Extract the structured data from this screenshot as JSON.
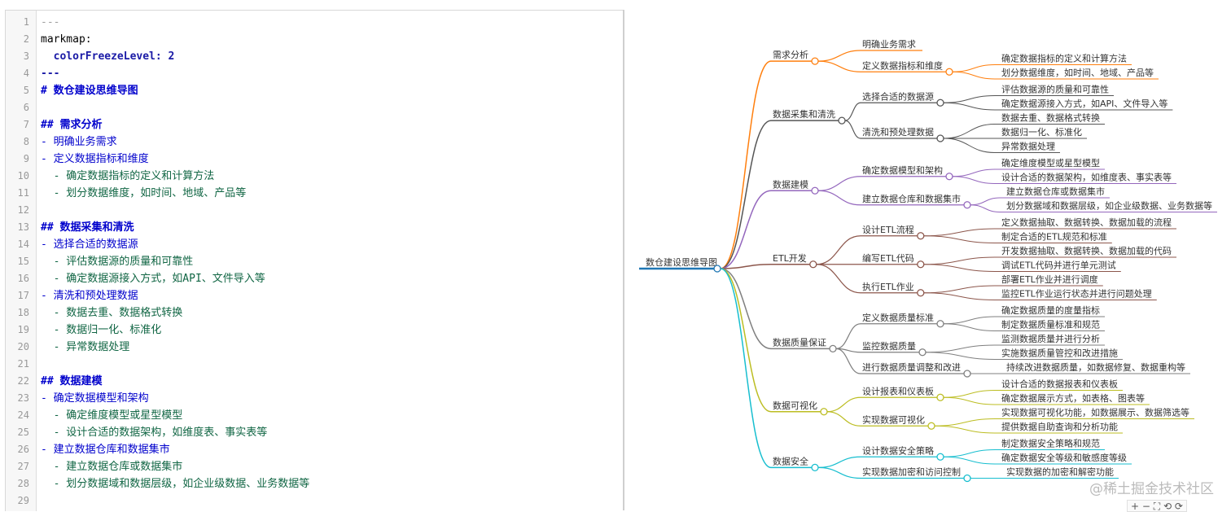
{
  "editor": {
    "lines": [
      {
        "n": "1",
        "t": "---",
        "k": "hr"
      },
      {
        "n": "2",
        "t": "markmap:",
        "k": "key"
      },
      {
        "n": "3",
        "t": "  colorFreezeLevel: 2",
        "k": "key2"
      },
      {
        "n": "4",
        "t": "---",
        "k": "hr2"
      },
      {
        "n": "5",
        "t": "# 数仓建设思维导图",
        "k": "h"
      },
      {
        "n": "6",
        "t": "",
        "k": "blank"
      },
      {
        "n": "7",
        "t": "## 需求分析",
        "k": "h"
      },
      {
        "n": "8",
        "t": "- 明确业务需求",
        "k": "list"
      },
      {
        "n": "9",
        "t": "- 定义数据指标和维度",
        "k": "list"
      },
      {
        "n": "10",
        "t": "  - 确定数据指标的定义和计算方法",
        "k": "li"
      },
      {
        "n": "11",
        "t": "  - 划分数据维度，如时间、地域、产品等",
        "k": "li"
      },
      {
        "n": "12",
        "t": "",
        "k": "blank"
      },
      {
        "n": "13",
        "t": "## 数据采集和清洗",
        "k": "h"
      },
      {
        "n": "14",
        "t": "- 选择合适的数据源",
        "k": "list"
      },
      {
        "n": "15",
        "t": "  - 评估数据源的质量和可靠性",
        "k": "li"
      },
      {
        "n": "16",
        "t": "  - 确定数据源接入方式，如API、文件导入等",
        "k": "li"
      },
      {
        "n": "17",
        "t": "- 清洗和预处理数据",
        "k": "list"
      },
      {
        "n": "18",
        "t": "  - 数据去重、数据格式转换",
        "k": "li"
      },
      {
        "n": "19",
        "t": "  - 数据归一化、标准化",
        "k": "li"
      },
      {
        "n": "20",
        "t": "  - 异常数据处理",
        "k": "li"
      },
      {
        "n": "21",
        "t": "",
        "k": "blank"
      },
      {
        "n": "22",
        "t": "## 数据建模",
        "k": "h"
      },
      {
        "n": "23",
        "t": "- 确定数据模型和架构",
        "k": "list"
      },
      {
        "n": "24",
        "t": "  - 确定维度模型或星型模型",
        "k": "li"
      },
      {
        "n": "25",
        "t": "  - 设计合适的数据架构，如维度表、事实表等",
        "k": "li"
      },
      {
        "n": "26",
        "t": "- 建立数据仓库和数据集市",
        "k": "list"
      },
      {
        "n": "27",
        "t": "  - 建立数据仓库或数据集市",
        "k": "li"
      },
      {
        "n": "28",
        "t": "  - 划分数据域和数据层级，如企业级数据、业务数据等",
        "k": "li"
      },
      {
        "n": "29",
        "t": "",
        "k": "blank"
      }
    ]
  },
  "mindmap": {
    "root": "数仓建设思维导图",
    "colors": {
      "root": "#1f77b4",
      "branches": [
        "#ff7f0e",
        "#555555",
        "#9467bd",
        "#8c564b",
        "#7f7f7f",
        "#bcbd22",
        "#17becf"
      ]
    },
    "branches": [
      {
        "label": "需求分析",
        "children": [
          {
            "label": "明确业务需求",
            "children": []
          },
          {
            "label": "定义数据指标和维度",
            "children": [
              "确定数据指标的定义和计算方法",
              "划分数据维度，如时间、地域、产品等"
            ]
          }
        ]
      },
      {
        "label": "数据采集和清洗",
        "children": [
          {
            "label": "选择合适的数据源",
            "children": [
              "评估数据源的质量和可靠性",
              "确定数据源接入方式，如API、文件导入等"
            ]
          },
          {
            "label": "清洗和预处理数据",
            "children": [
              "数据去重、数据格式转换",
              "数据归一化、标准化",
              "异常数据处理"
            ]
          }
        ]
      },
      {
        "label": "数据建模",
        "children": [
          {
            "label": "确定数据模型和架构",
            "children": [
              "确定维度模型或星型模型",
              "设计合适的数据架构，如维度表、事实表等"
            ]
          },
          {
            "label": "建立数据仓库和数据集市",
            "children": [
              "建立数据仓库或数据集市",
              "划分数据域和数据层级，如企业级数据、业务数据等"
            ]
          }
        ]
      },
      {
        "label": "ETL开发",
        "children": [
          {
            "label": "设计ETL流程",
            "children": [
              "定义数据抽取、数据转换、数据加载的流程",
              "制定合适的ETL规范和标准"
            ]
          },
          {
            "label": "编写ETL代码",
            "children": [
              "开发数据抽取、数据转换、数据加载的代码",
              "调试ETL代码并进行单元测试"
            ]
          },
          {
            "label": "执行ETL作业",
            "children": [
              "部署ETL作业并进行调度",
              "监控ETL作业运行状态并进行问题处理"
            ]
          }
        ]
      },
      {
        "label": "数据质量保证",
        "children": [
          {
            "label": "定义数据质量标准",
            "children": [
              "确定数据质量的度量指标",
              "制定数据质量标准和规范"
            ]
          },
          {
            "label": "监控数据质量",
            "children": [
              "监测数据质量并进行分析",
              "实施数据质量管控和改进措施"
            ]
          },
          {
            "label": "进行数据质量调整和改进",
            "children": [
              "持续改进数据质量，如数据修复、数据重构等"
            ]
          }
        ]
      },
      {
        "label": "数据可视化",
        "children": [
          {
            "label": "设计报表和仪表板",
            "children": [
              "设计合适的数据报表和仪表板",
              "确定数据展示方式，如表格、图表等"
            ]
          },
          {
            "label": "实现数据可视化",
            "children": [
              "实现数据可视化功能，如数据展示、数据筛选等",
              "提供数据自助查询和分析功能"
            ]
          }
        ]
      },
      {
        "label": "数据安全",
        "children": [
          {
            "label": "设计数据安全策略",
            "children": [
              "制定数据安全策略和规范",
              "确定数据安全等级和敏感度等级"
            ]
          },
          {
            "label": "实现数据加密和访问控制",
            "children": [
              "实现数据的加密和解密功能"
            ]
          }
        ]
      }
    ]
  },
  "watermark": "@稀土掘金技术社区",
  "toolbar": "+ − ⛶ ⟲ ⟳"
}
